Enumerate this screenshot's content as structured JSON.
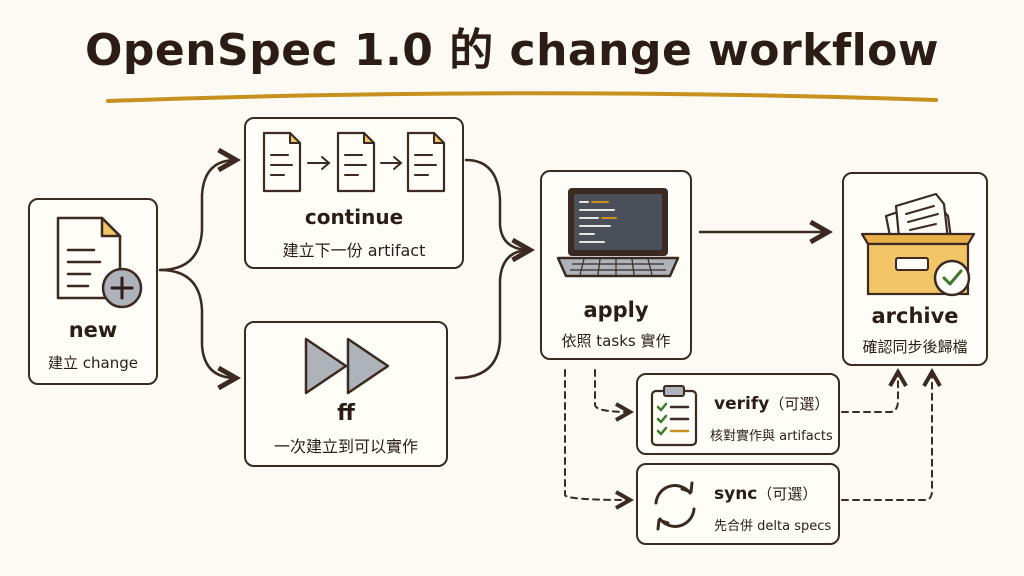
{
  "title": "OpenSpec 1.0 的 change workflow",
  "colors": {
    "ink": "#2b1d16",
    "accent": "#c8901e",
    "folder": "#f2c566",
    "paper": "#fffdf8",
    "screen": "#4a4f5a",
    "check": "#3a7a2a",
    "play": "#aeb3ba"
  },
  "nodes": {
    "new": {
      "title": "new",
      "subtitle": "建立 change",
      "icon": "document-plus-icon"
    },
    "continue": {
      "title": "continue",
      "subtitle": "建立下一份 artifact",
      "icon": "documents-sequence-icon"
    },
    "ff": {
      "title": "ff",
      "subtitle": "一次建立到可以實作",
      "icon": "fast-forward-icon"
    },
    "apply": {
      "title": "apply",
      "subtitle": "依照 tasks 實作",
      "icon": "laptop-icon"
    },
    "archive": {
      "title": "archive",
      "subtitle": "確認同步後歸檔",
      "icon": "archive-box-check-icon"
    },
    "verify": {
      "title": "verify",
      "optional": "（可選）",
      "subtitle": "核對實作與 artifacts",
      "icon": "clipboard-checklist-icon"
    },
    "sync": {
      "title": "sync",
      "optional": "（可選）",
      "subtitle": "先合併 delta specs",
      "icon": "sync-cycle-icon"
    }
  }
}
